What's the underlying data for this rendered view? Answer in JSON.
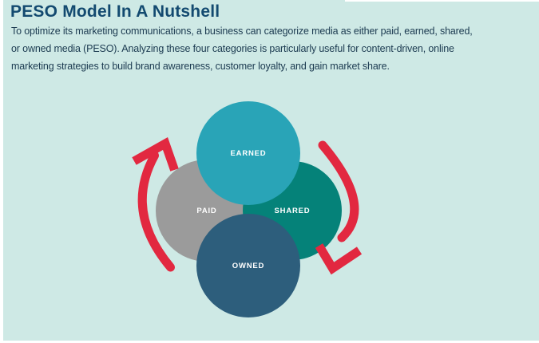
{
  "page": {
    "background_color": "#cee9e5",
    "frame_color": "#ffffff"
  },
  "header": {
    "title": "PESO Model In A Nutshell",
    "title_color": "#134a70",
    "body_color": "#1b3a50",
    "lines": [
      "To optimize its marketing communications, a business can categorize media as either paid, earned, shared,",
      "or owned media (PESO). Analyzing these four categories is particularly useful for content-driven, online",
      "marketing strategies to build brand awareness, customer loyalty, and gain market share."
    ]
  },
  "diagram": {
    "label_color": "#ffffff",
    "arrow_color": "#e22840",
    "circles": [
      {
        "id": "earned",
        "label": "EARNED",
        "color": "#29a4b7"
      },
      {
        "id": "paid",
        "label": "PAID",
        "color": "#9b9b9b"
      },
      {
        "id": "shared",
        "label": "SHARED",
        "color": "#058279"
      },
      {
        "id": "owned",
        "label": "OWNED",
        "color": "#2d5e7c"
      }
    ]
  }
}
